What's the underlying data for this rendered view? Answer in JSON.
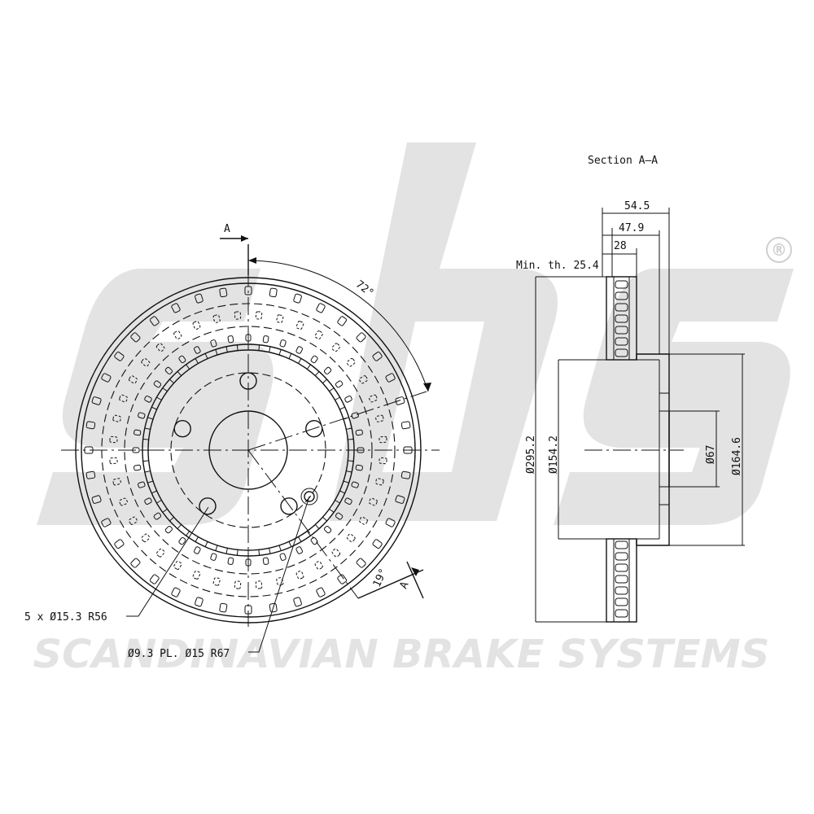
{
  "watermark": {
    "brand_name": "SCANDINAVIAN BRAKE SYSTEMS",
    "registered_mark": "®",
    "watermark_color": "#e3e3e3"
  },
  "front_view": {
    "section_marker": "A",
    "angle_label_1": "72°",
    "angle_label_2": "19°",
    "bolt_holes_label": "5 x Ø15.3 R56",
    "vent_holes_label": "Ø9.3 PL. Ø15 R67"
  },
  "section_view": {
    "title": "Section A–A",
    "dim_total_width": "54.5",
    "dim_hat_width": "47.9",
    "dim_disc_thickness": "28",
    "min_thickness": "Min. th. 25.4",
    "dim_outer_diameter": "Ø295.2",
    "dim_hat_inner_diameter": "Ø154.2",
    "dim_center_bore": "Ø67",
    "dim_hat_outer_diameter": "Ø164.6"
  }
}
